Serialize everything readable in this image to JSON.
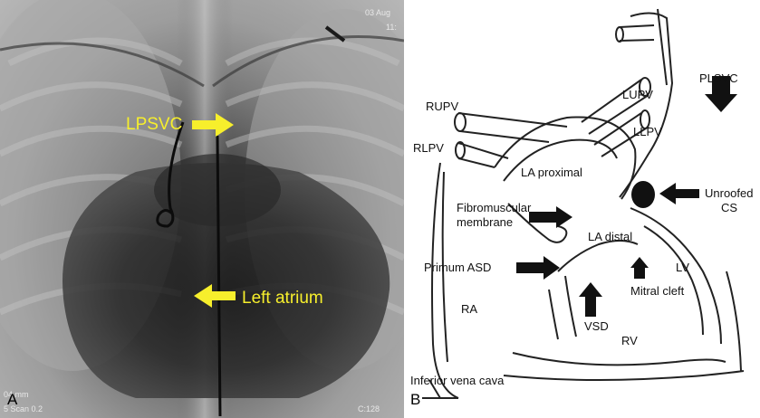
{
  "panel_a": {
    "letter": "A",
    "labels": {
      "lpsvc": "LPSVC",
      "left_atrium": "Left atrium"
    },
    "corner_text": {
      "top_right_1": "03 Aug",
      "top_right_2": "11:",
      "bottom_left_1": "04 mm",
      "bottom_left_2": "5 Scan 0.2",
      "bottom_right": "C:128"
    },
    "arrow_color": "#f7ef2c",
    "arrow_icon": "yellow-arrow-icon"
  },
  "panel_b": {
    "letter": "B",
    "labels": {
      "rupv": "RUPV",
      "rlpv": "RLPV",
      "lupv": "LUPV",
      "llpv": "LLPV",
      "plsvc": "PLSVC",
      "la_proximal": "LA proximal",
      "fibromuscular_1": "Fibromuscular",
      "fibromuscular_2": "membrane",
      "la_distal": "LA distal",
      "unroofed_1": "Unroofed",
      "unroofed_2": "CS",
      "primum_asd": "Primum ASD",
      "lv": "LV",
      "mitral_cleft": "Mitral cleft",
      "ra": "RA",
      "vsd": "VSD",
      "rv": "RV",
      "ivc": "Inferior vena cava"
    },
    "arrow_icon": "black-arrow-icon"
  }
}
